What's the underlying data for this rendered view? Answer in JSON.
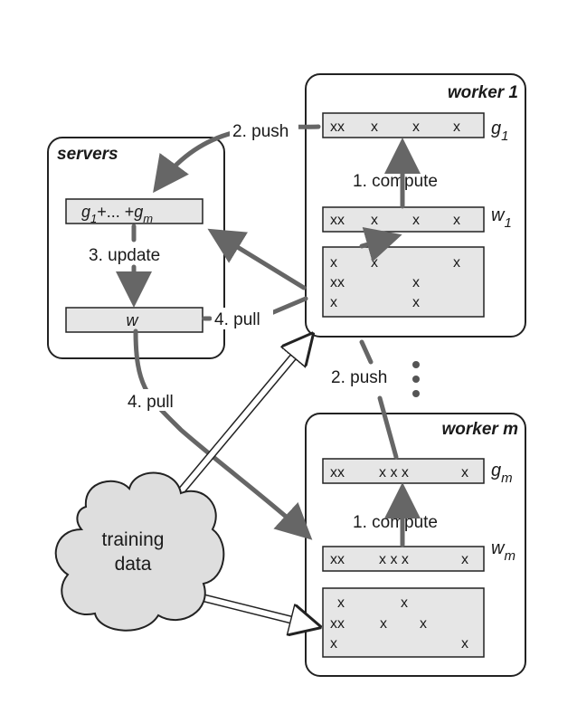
{
  "servers": {
    "title": "servers",
    "sum_box": {
      "g1": "g",
      "g1_sub": "1",
      "mid": "+... +",
      "gm": "g",
      "gm_sub": "m"
    },
    "update_label": "3. update",
    "w_label": "w"
  },
  "worker1": {
    "title": "worker 1",
    "g_row": [
      "xx",
      "x",
      "x",
      "x"
    ],
    "g_name": "g",
    "g_sub": "1",
    "compute_label": "1. compute",
    "w_row": [
      "xx",
      "x",
      "x",
      "x"
    ],
    "w_name": "w",
    "w_sub": "1",
    "data_rows": [
      [
        "x",
        "x",
        "x"
      ],
      [
        "xx",
        "x"
      ],
      [
        "x",
        "x"
      ]
    ]
  },
  "workerm": {
    "title": "worker m",
    "g_row": [
      "xx",
      "x x x",
      "x"
    ],
    "g_name": "g",
    "g_sub": "m",
    "compute_label": "1. compute",
    "w_row": [
      "xx",
      "x x x",
      "x"
    ],
    "w_name": "w",
    "w_sub": "m",
    "data_rows": [
      [
        "x",
        "x"
      ],
      [
        "xx",
        "x",
        "x"
      ],
      [
        "x",
        "x"
      ]
    ]
  },
  "labels": {
    "push_top": "2. push",
    "push_mid": "2. push",
    "pull_right": "4. pull",
    "pull_down": "4. pull"
  },
  "cloud": {
    "line1": "training",
    "line2": "data"
  },
  "colors": {
    "box_fill": "#e6e6e6",
    "arrow": "#666666",
    "text": "#1a1a1a",
    "cloud_fill": "#dedede"
  }
}
